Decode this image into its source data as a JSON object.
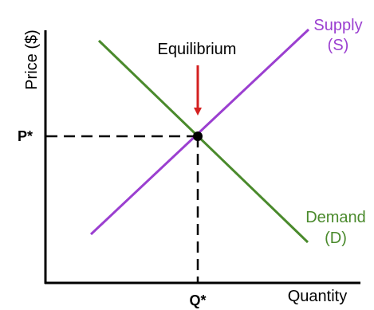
{
  "axes": {
    "x_label": "Quantity",
    "y_label": "Price ($)"
  },
  "markers": {
    "price_equilibrium": "P*",
    "quantity_equilibrium": "Q*"
  },
  "curves": {
    "supply": {
      "name": "Supply",
      "symbol": "(S)",
      "color": "#9b3fd0"
    },
    "demand": {
      "name": "Demand",
      "symbol": "(D)",
      "color": "#4a8a2c"
    }
  },
  "annotation": {
    "label": "Equilibrium",
    "arrow_color": "#d42020"
  },
  "colors": {
    "axis": "#000000",
    "guide": "#000000",
    "point": "#000000"
  }
}
